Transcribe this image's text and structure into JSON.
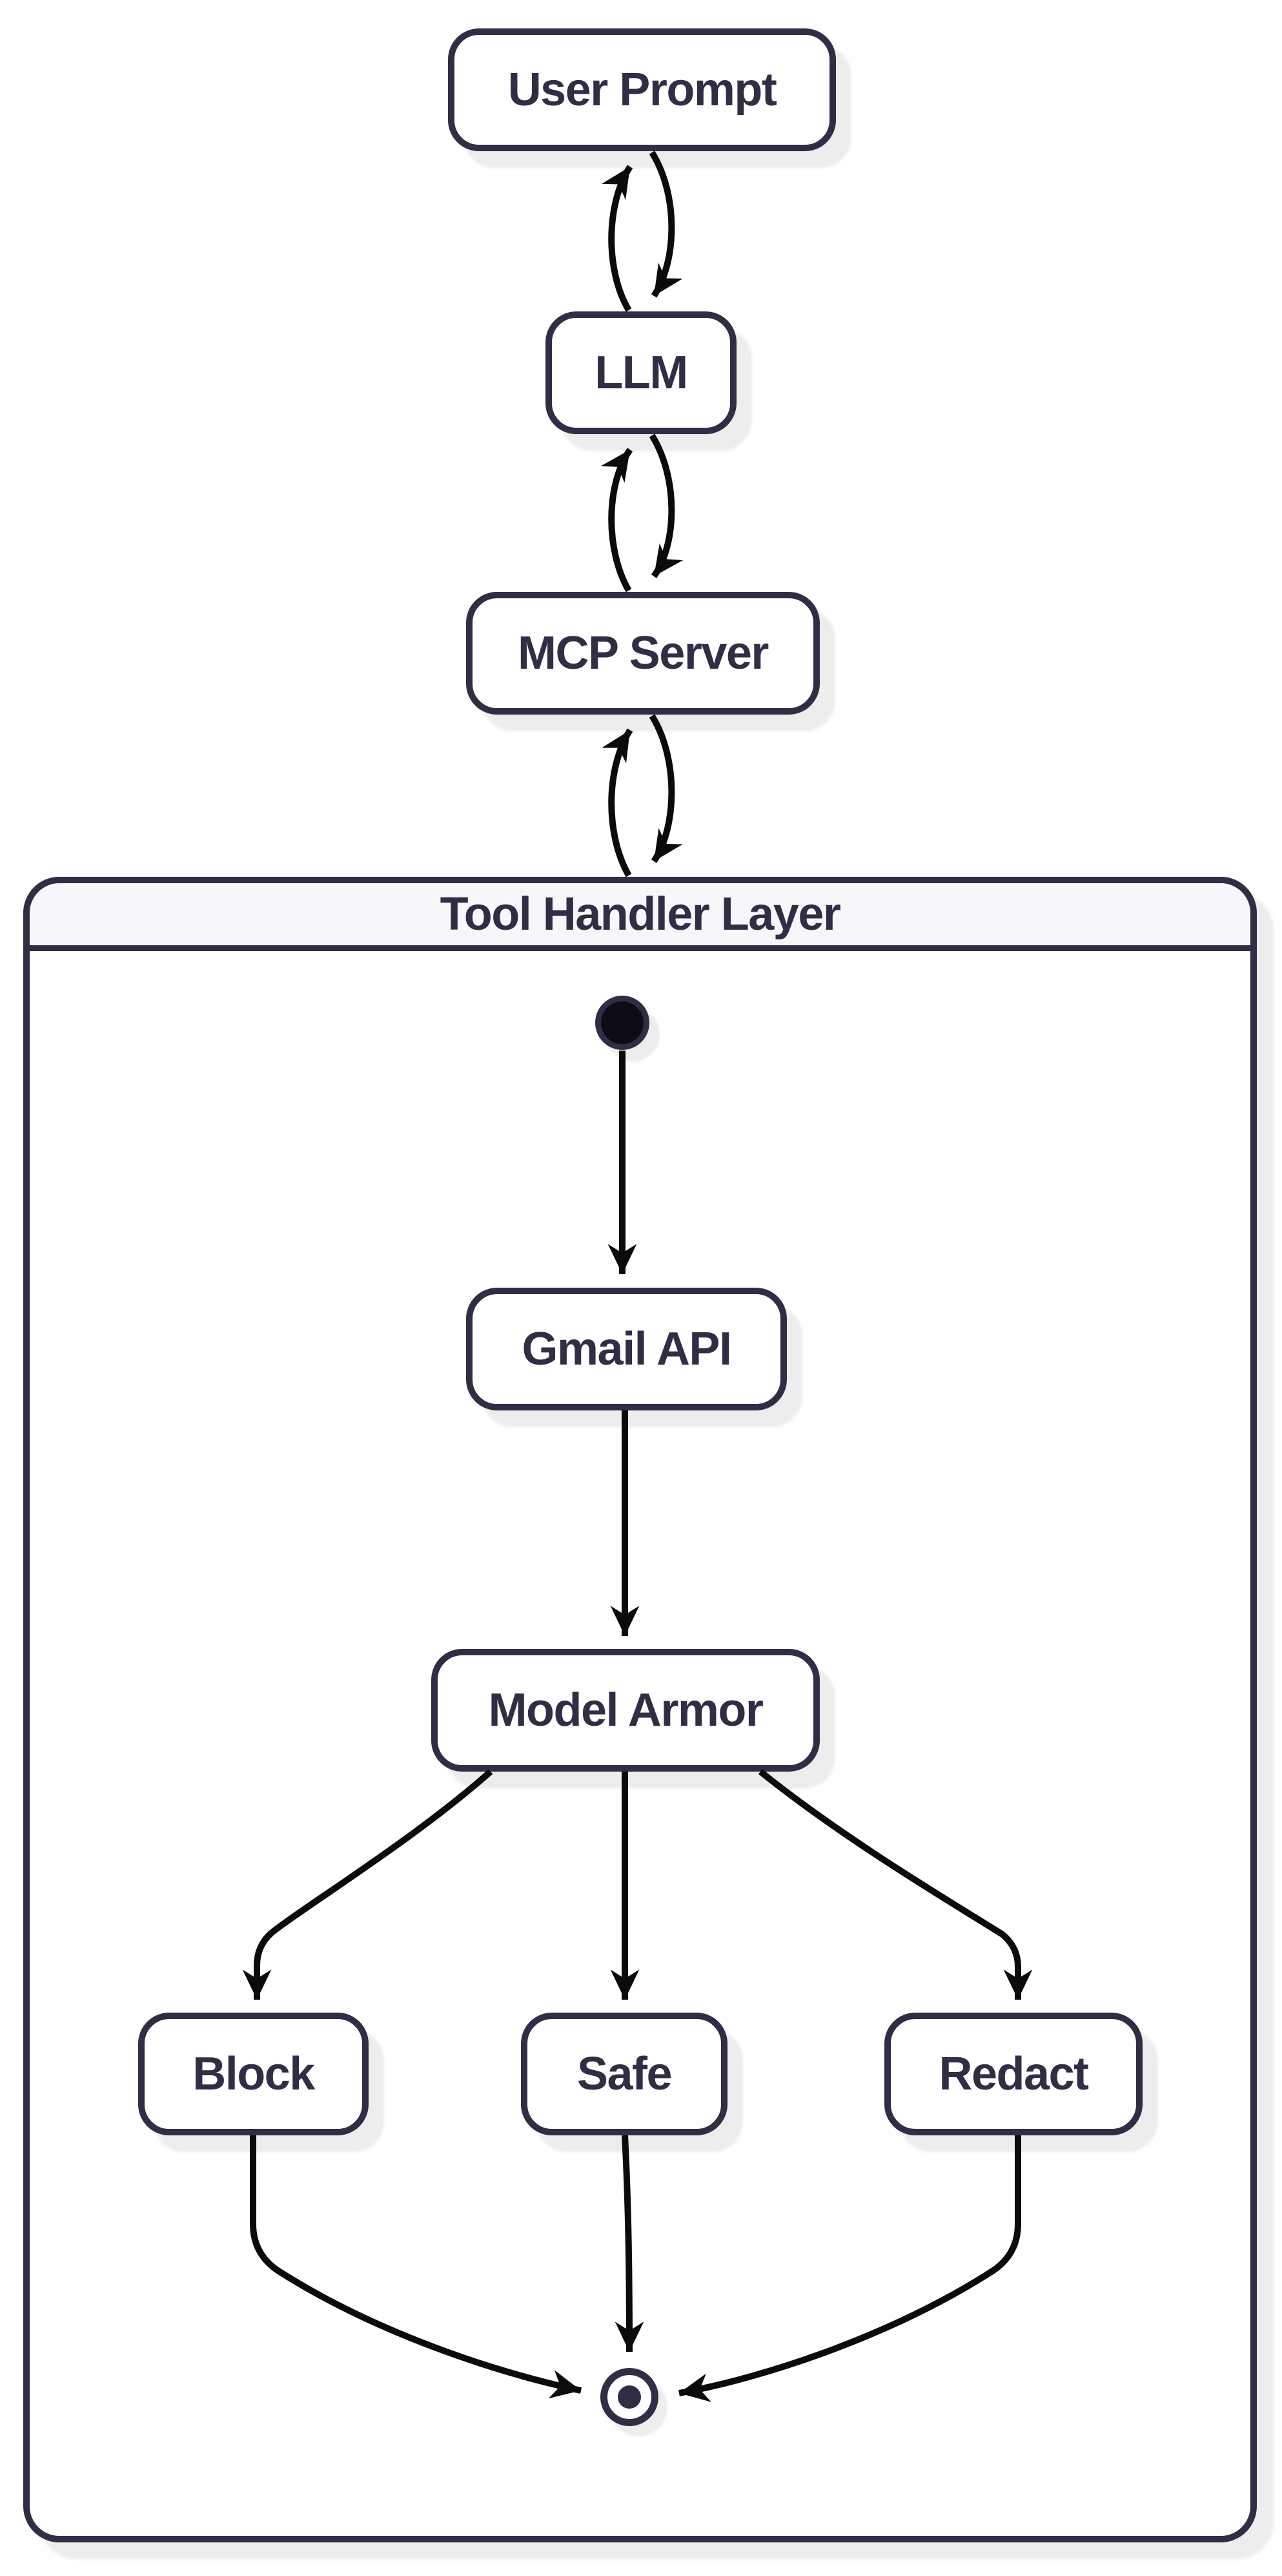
{
  "diagram": {
    "type": "state-flow-diagram",
    "nodes": {
      "user_prompt": "User Prompt",
      "llm": "LLM",
      "mcp_server": "MCP Server",
      "gmail_api": "Gmail API",
      "model_armor": "Model Armor",
      "block": "Block",
      "safe": "Safe",
      "redact": "Redact"
    },
    "container": {
      "title": "Tool Handler Layer"
    },
    "icons": {
      "start_state": "filled-circle-icon",
      "end_state": "bullseye-icon"
    },
    "colors": {
      "node_border": "#2f2e44",
      "node_text": "#2f2e44",
      "node_fill": "#ffffff",
      "container_title_fill": "#f7f7fa",
      "arrow": "#0b0b0b",
      "shadow": "#ededed",
      "background": "#ffffff"
    }
  }
}
